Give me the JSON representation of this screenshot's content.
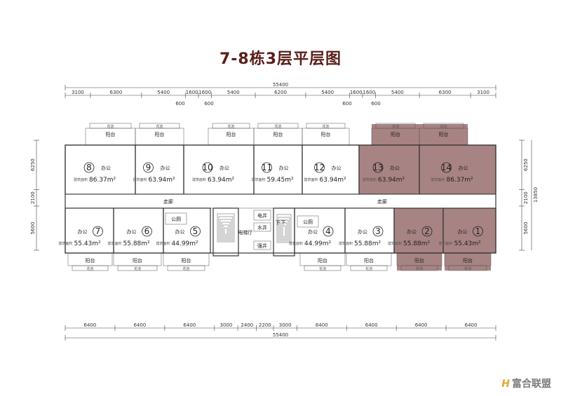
{
  "title": "7-8栋3层平层图",
  "logo": {
    "mark": "H",
    "text": "富合联盟"
  },
  "top_total": "55400",
  "bottom_total": "55400",
  "top_dims": [
    "3100",
    "6300",
    "5400",
    "1600",
    "1600",
    "5400",
    "6200",
    "5400",
    "1600",
    "1600",
    "5400",
    "6300",
    "3100"
  ],
  "top_sub_dims": [
    "600",
    "600",
    "600",
    "600"
  ],
  "bottom_dims": [
    "6400",
    "6400",
    "6400",
    "3000",
    "2400",
    "2200",
    "3000",
    "6400",
    "6400",
    "6400",
    "6400"
  ],
  "left_dims": [
    "6250",
    "2100",
    "5600"
  ],
  "right_dims": [
    "6250",
    "2100",
    "5600"
  ],
  "right_total": "13850",
  "labels": {
    "office": "办公",
    "corridor": "走廊",
    "balcony": "阳台",
    "planter": "花池",
    "pantry": "公厕",
    "elevator_hall": "电梯厅",
    "elevator_shaft": "电井",
    "water_well": "水井",
    "strong_well": "强井",
    "down": "下",
    "area_prefix": "建筑面积"
  },
  "units": {
    "top": [
      {
        "num": "8",
        "area": "86.37m²",
        "hl": false
      },
      {
        "num": "9",
        "area": "63.94m²",
        "hl": false
      },
      {
        "num": "10",
        "area": "63.94m²",
        "hl": false
      },
      {
        "num": "11",
        "area": "59.45m²",
        "hl": false
      },
      {
        "num": "12",
        "area": "63.94m²",
        "hl": false
      },
      {
        "num": "13",
        "area": "63.94m²",
        "hl": true
      },
      {
        "num": "14",
        "area": "86.37m²",
        "hl": true
      }
    ],
    "bottom": [
      {
        "num": "7",
        "area": "55.43m²",
        "hl": false
      },
      {
        "num": "6",
        "area": "55.88m²",
        "hl": false
      },
      {
        "num": "5",
        "area": "44.99m²",
        "hl": false
      },
      {
        "num": "4",
        "area": "44.99m²",
        "hl": false
      },
      {
        "num": "3",
        "area": "55.88m²",
        "hl": false
      },
      {
        "num": "2",
        "area": "55.88m²",
        "hl": true
      },
      {
        "num": "1",
        "area": "55.43m²",
        "hl": true
      }
    ]
  },
  "colors": {
    "highlight": "#8b5a5a",
    "title": "#5a1f1a"
  }
}
